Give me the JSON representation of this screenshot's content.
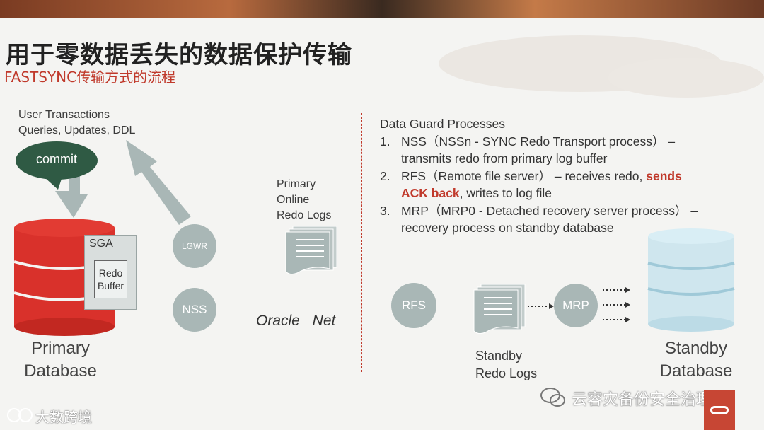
{
  "slide": {
    "title": "用于零数据丢失的数据保护传输",
    "subtitle": "FASTSYNC传输方式的流程"
  },
  "left": {
    "user_transactions": [
      "User Transactions",
      "Queries, Updates, DDL"
    ],
    "commit": "commit",
    "sga": "SGA",
    "redo_buffer": [
      "Redo",
      "Buffer"
    ],
    "lgwr": "LGWR",
    "nss": "NSS",
    "online_logs": [
      "Primary",
      "Online",
      "Redo Logs"
    ],
    "oracle_net": "Oracle Net",
    "primary_db": [
      "Primary",
      "Database"
    ]
  },
  "right": {
    "processes_heading": "Data Guard Processes",
    "processes": [
      {
        "num": "1.",
        "line1": "NSS（NSSn - SYNC Redo Transport process） –",
        "line2": "transmits redo from primary log buffer"
      },
      {
        "num": "2.",
        "line1_a": "RFS（Remote file server） – receives redo, ",
        "line1_red": "sends",
        "line2_red": "ACK back",
        "line2_b": ", writes to log file"
      },
      {
        "num": "3.",
        "line1": "MRP（MRP0 - Detached recovery server process） –",
        "line2": "recovery process on standby database"
      }
    ],
    "rfs": "RFS",
    "mrp": "MRP",
    "standby_redo": [
      "Standby",
      "Redo Logs"
    ],
    "standby_db": [
      "Standby",
      "Database"
    ]
  },
  "watermarks": {
    "wechat": "云容灾备份安全治理",
    "brand": "大数跨境"
  },
  "colors": {
    "db_red": "#d9312b",
    "accent_red": "#c0392b",
    "process_gray": "#a9b7b6",
    "commit_green": "#2f5a44",
    "standby_blue": "#cfe6ee"
  }
}
